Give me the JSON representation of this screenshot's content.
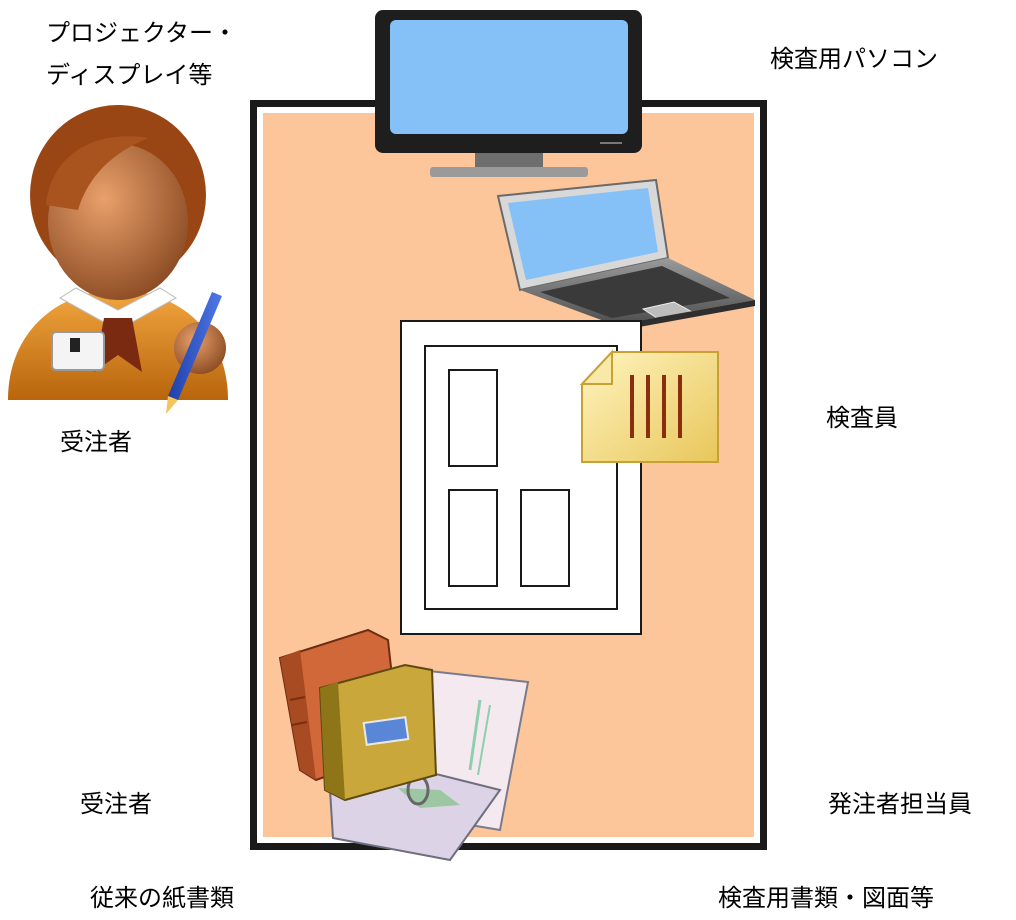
{
  "callouts": {
    "projector_line1": "プロジェクター・",
    "projector_line2": "ディスプレイ等",
    "pc": "検査用パソコン",
    "paper_docs": "従来の紙書類",
    "inspection_docs": "検査用書類・図面等"
  },
  "people": {
    "top_left": "受注者",
    "bottom_left": "受注者",
    "top_right": "検査員",
    "bottom_right": "発注者担当員"
  },
  "colors": {
    "table": "#FCC59A",
    "screen": "#85C1F7",
    "monitor_frame": "#1E1E1E",
    "folder": "#F5E39A"
  }
}
